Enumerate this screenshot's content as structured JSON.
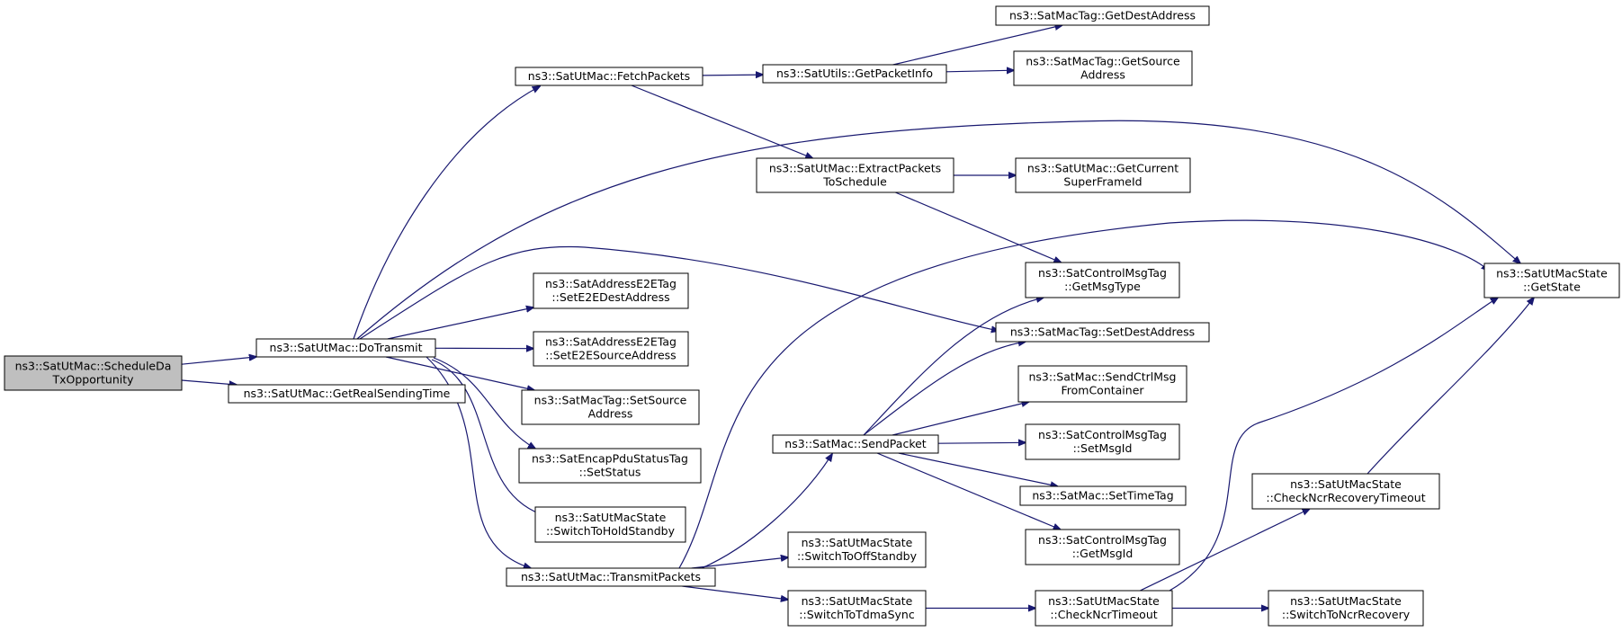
{
  "colors": {
    "edge": "#191970",
    "root_fill": "#bfbfbf",
    "node_fill": "#ffffff",
    "node_border": "#000000"
  },
  "nodes": [
    {
      "id": "root",
      "lines": [
        "ns3::SatUtMac::ScheduleDa",
        "TxOpportunity"
      ],
      "root": true
    },
    {
      "id": "doTransmit",
      "lines": [
        "ns3::SatUtMac::DoTransmit"
      ]
    },
    {
      "id": "getRealSendingTime",
      "lines": [
        "ns3::SatUtMac::GetRealSendingTime"
      ]
    },
    {
      "id": "fetchPackets",
      "lines": [
        "ns3::SatUtMac::FetchPackets"
      ]
    },
    {
      "id": "getPacketInfo",
      "lines": [
        "ns3::SatUtils::GetPacketInfo"
      ]
    },
    {
      "id": "getDestAddress",
      "lines": [
        "ns3::SatMacTag::GetDestAddress"
      ]
    },
    {
      "id": "getSourceAddress",
      "lines": [
        "ns3::SatMacTag::GetSource",
        "Address"
      ]
    },
    {
      "id": "extractPackets",
      "lines": [
        "ns3::SatUtMac::ExtractPackets",
        "ToSchedule"
      ]
    },
    {
      "id": "getCurrentSuperFrame",
      "lines": [
        "ns3::SatUtMac::GetCurrent",
        "SuperFrameId"
      ]
    },
    {
      "id": "getMsgType",
      "lines": [
        "ns3::SatControlMsgTag",
        "::GetMsgType"
      ]
    },
    {
      "id": "setDestAddress",
      "lines": [
        "ns3::SatMacTag::SetDestAddress"
      ]
    },
    {
      "id": "getState",
      "lines": [
        "ns3::SatUtMacState",
        "::GetState"
      ]
    },
    {
      "id": "setE2EDest",
      "lines": [
        "ns3::SatAddressE2ETag",
        "::SetE2EDestAddress"
      ]
    },
    {
      "id": "setE2ESource",
      "lines": [
        "ns3::SatAddressE2ETag",
        "::SetE2ESourceAddress"
      ]
    },
    {
      "id": "setSourceAddress",
      "lines": [
        "ns3::SatMacTag::SetSource",
        "Address"
      ]
    },
    {
      "id": "setStatus",
      "lines": [
        "ns3::SatEncapPduStatusTag",
        "::SetStatus"
      ]
    },
    {
      "id": "switchToHoldStandby",
      "lines": [
        "ns3::SatUtMacState",
        "::SwitchToHoldStandby"
      ]
    },
    {
      "id": "transmitPackets",
      "lines": [
        "ns3::SatUtMac::TransmitPackets"
      ]
    },
    {
      "id": "sendPacket",
      "lines": [
        "ns3::SatMac::SendPacket"
      ]
    },
    {
      "id": "sendCtrlMsg",
      "lines": [
        "ns3::SatMac::SendCtrlMsg",
        "FromContainer"
      ]
    },
    {
      "id": "setMsgId",
      "lines": [
        "ns3::SatControlMsgTag",
        "::SetMsgId"
      ]
    },
    {
      "id": "setTimeTag",
      "lines": [
        "ns3::SatMac::SetTimeTag"
      ]
    },
    {
      "id": "getMsgId",
      "lines": [
        "ns3::SatControlMsgTag",
        "::GetMsgId"
      ]
    },
    {
      "id": "switchToOffStandby",
      "lines": [
        "ns3::SatUtMacState",
        "::SwitchToOffStandby"
      ]
    },
    {
      "id": "switchToTdmaSync",
      "lines": [
        "ns3::SatUtMacState",
        "::SwitchToTdmaSync"
      ]
    },
    {
      "id": "checkNcrTimeout",
      "lines": [
        "ns3::SatUtMacState",
        "::CheckNcrTimeout"
      ]
    },
    {
      "id": "checkNcrRecovery",
      "lines": [
        "ns3::SatUtMacState",
        "::CheckNcrRecoveryTimeout"
      ]
    },
    {
      "id": "switchToNcrRecovery",
      "lines": [
        "ns3::SatUtMacState",
        "::SwitchToNcrRecovery"
      ]
    }
  ],
  "edges": [
    {
      "from": "root",
      "to": "doTransmit"
    },
    {
      "from": "root",
      "to": "getRealSendingTime"
    },
    {
      "from": "doTransmit",
      "to": "fetchPackets"
    },
    {
      "from": "doTransmit",
      "to": "getState"
    },
    {
      "from": "doTransmit",
      "to": "setDestAddress"
    },
    {
      "from": "doTransmit",
      "to": "setE2EDest"
    },
    {
      "from": "doTransmit",
      "to": "setE2ESource"
    },
    {
      "from": "doTransmit",
      "to": "setSourceAddress"
    },
    {
      "from": "doTransmit",
      "to": "setStatus"
    },
    {
      "from": "doTransmit",
      "to": "switchToHoldStandby"
    },
    {
      "from": "doTransmit",
      "to": "transmitPackets"
    },
    {
      "from": "fetchPackets",
      "to": "getPacketInfo"
    },
    {
      "from": "fetchPackets",
      "to": "extractPackets"
    },
    {
      "from": "getPacketInfo",
      "to": "getDestAddress"
    },
    {
      "from": "getPacketInfo",
      "to": "getSourceAddress"
    },
    {
      "from": "extractPackets",
      "to": "getCurrentSuperFrame"
    },
    {
      "from": "extractPackets",
      "to": "getMsgType"
    },
    {
      "from": "transmitPackets",
      "to": "getState"
    },
    {
      "from": "transmitPackets",
      "to": "sendPacket"
    },
    {
      "from": "transmitPackets",
      "to": "switchToOffStandby"
    },
    {
      "from": "transmitPackets",
      "to": "switchToTdmaSync"
    },
    {
      "from": "sendPacket",
      "to": "getMsgType"
    },
    {
      "from": "sendPacket",
      "to": "setDestAddress"
    },
    {
      "from": "sendPacket",
      "to": "sendCtrlMsg"
    },
    {
      "from": "sendPacket",
      "to": "setMsgId"
    },
    {
      "from": "sendPacket",
      "to": "setTimeTag"
    },
    {
      "from": "sendPacket",
      "to": "getMsgId"
    },
    {
      "from": "switchToTdmaSync",
      "to": "checkNcrTimeout"
    },
    {
      "from": "checkNcrTimeout",
      "to": "getState"
    },
    {
      "from": "checkNcrTimeout",
      "to": "checkNcrRecovery"
    },
    {
      "from": "checkNcrTimeout",
      "to": "switchToNcrRecovery"
    },
    {
      "from": "checkNcrRecovery",
      "to": "getState"
    }
  ]
}
